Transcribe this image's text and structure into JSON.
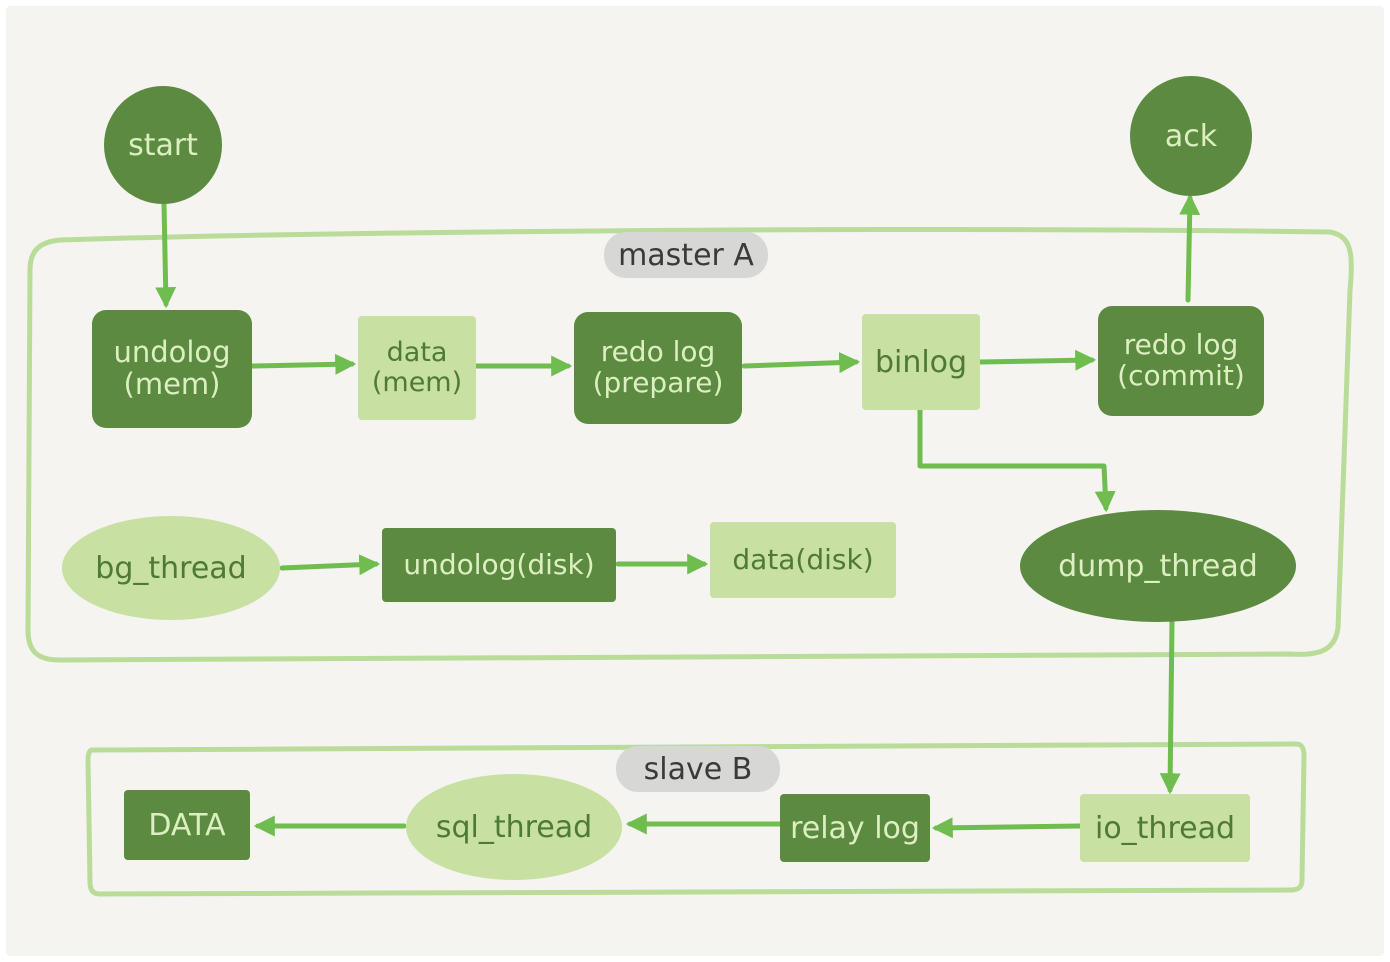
{
  "groups": {
    "master_label": "master A",
    "slave_label": "slave B"
  },
  "nodes": {
    "start": "start",
    "ack": "ack",
    "undolog_mem": "undolog\n(mem)",
    "data_mem": "data\n(mem)",
    "redo_prepare": "redo log\n(prepare)",
    "binlog": "binlog",
    "redo_commit": "redo log\n(commit)",
    "bg_thread": "bg_thread",
    "undolog_disk": "undolog(disk)",
    "data_disk": "data(disk)",
    "dump_thread": "dump_thread",
    "data": "DATA",
    "sql_thread": "sql_thread",
    "relay_log": "relay log",
    "io_thread": "io_thread"
  },
  "colors": {
    "background": "#f5f4f1",
    "dark_node": "#5b8a40",
    "light_node": "#c8e0a2",
    "arrow": "#6fbd4f",
    "group_border": "#b9dc98",
    "label_pill": "#d7d7d5"
  }
}
